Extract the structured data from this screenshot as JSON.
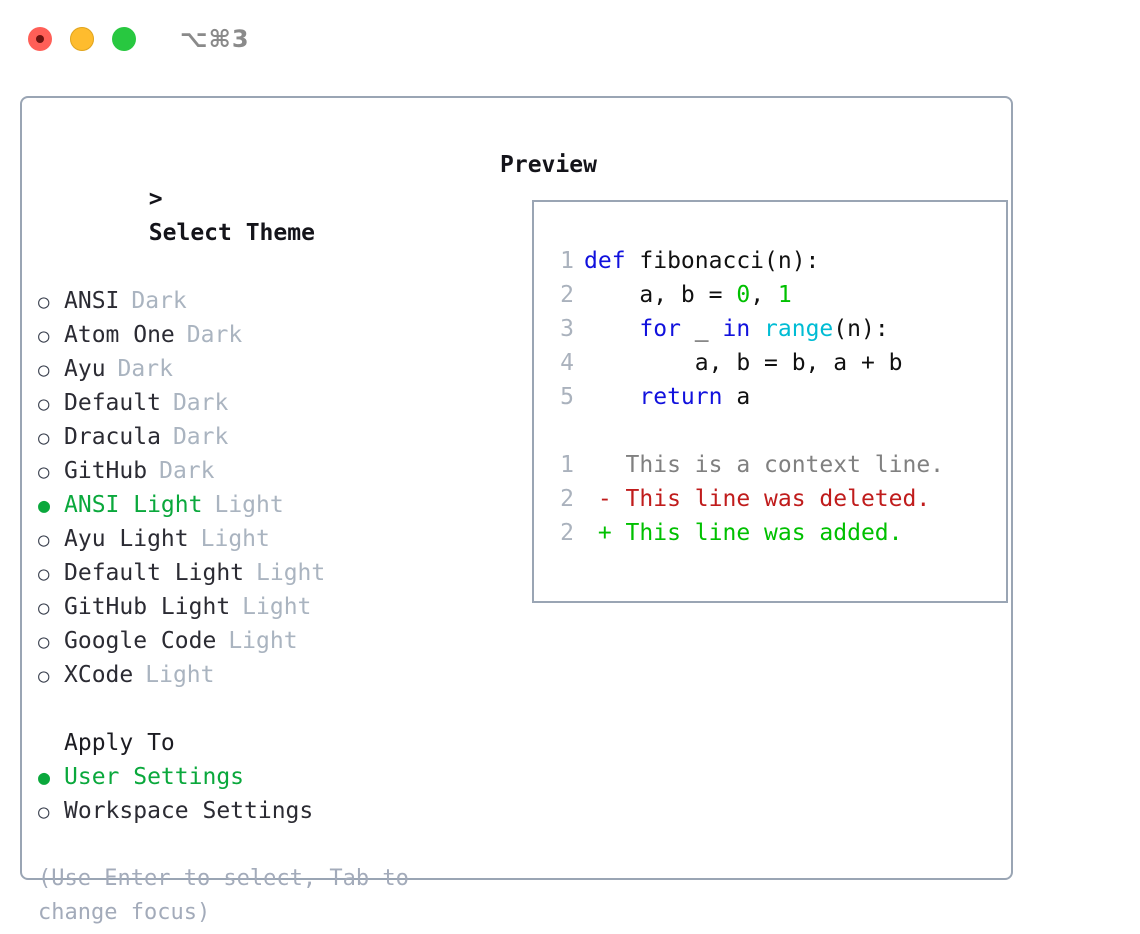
{
  "titlebar": {
    "shortcut": "⌥⌘3",
    "lights": [
      "close-button",
      "minimize-button",
      "maximize-button"
    ]
  },
  "theme_panel": {
    "heading": "Select Theme",
    "caret": ">",
    "bullet_empty": "○",
    "bullet_filled": "●",
    "options": [
      {
        "name": "ANSI",
        "badge": "Dark",
        "selected": false
      },
      {
        "name": "Atom One",
        "badge": "Dark",
        "selected": false
      },
      {
        "name": "Ayu",
        "badge": "Dark",
        "selected": false
      },
      {
        "name": "Default",
        "badge": "Dark",
        "selected": false
      },
      {
        "name": "Dracula",
        "badge": "Dark",
        "selected": false
      },
      {
        "name": "GitHub",
        "badge": "Dark",
        "selected": false
      },
      {
        "name": "ANSI Light",
        "badge": "Light",
        "selected": true
      },
      {
        "name": "Ayu Light",
        "badge": "Light",
        "selected": false
      },
      {
        "name": "Default Light",
        "badge": "Light",
        "selected": false
      },
      {
        "name": "GitHub Light",
        "badge": "Light",
        "selected": false
      },
      {
        "name": "Google Code",
        "badge": "Light",
        "selected": false
      },
      {
        "name": "XCode",
        "badge": "Light",
        "selected": false
      }
    ]
  },
  "apply_to": {
    "heading": "Apply To",
    "options": [
      {
        "name": "User Settings",
        "selected": true
      },
      {
        "name": "Workspace Settings",
        "selected": false
      }
    ]
  },
  "hint": "(Use Enter to select, Tab to change focus)",
  "preview": {
    "heading": "Preview",
    "code_lines": [
      {
        "no": "1",
        "tokens": [
          {
            "t": "def",
            "c": "kw"
          },
          {
            "t": " fibonacci(n):",
            "c": "txt"
          }
        ]
      },
      {
        "no": "2",
        "tokens": [
          {
            "t": "    a, b = ",
            "c": "txt"
          },
          {
            "t": "0",
            "c": "num"
          },
          {
            "t": ", ",
            "c": "txt"
          },
          {
            "t": "1",
            "c": "num"
          }
        ]
      },
      {
        "no": "3",
        "tokens": [
          {
            "t": "    ",
            "c": "txt"
          },
          {
            "t": "for",
            "c": "kw"
          },
          {
            "t": " _ ",
            "c": "txt"
          },
          {
            "t": "in",
            "c": "kw"
          },
          {
            "t": " ",
            "c": "txt"
          },
          {
            "t": "range",
            "c": "fn"
          },
          {
            "t": "(n):",
            "c": "txt"
          }
        ]
      },
      {
        "no": "4",
        "tokens": [
          {
            "t": "        a, b = b, a + b",
            "c": "txt"
          }
        ]
      },
      {
        "no": "5",
        "tokens": [
          {
            "t": "    ",
            "c": "txt"
          },
          {
            "t": "return",
            "c": "kw"
          },
          {
            "t": " a",
            "c": "txt"
          }
        ]
      },
      {
        "no": "",
        "tokens": [
          {
            "t": "",
            "c": "txt"
          }
        ]
      },
      {
        "no": "1",
        "tokens": [
          {
            "t": "   This is a context line.",
            "c": "ctx"
          }
        ]
      },
      {
        "no": "2",
        "tokens": [
          {
            "t": " - This line was deleted.",
            "c": "del"
          }
        ]
      },
      {
        "no": "2",
        "tokens": [
          {
            "t": " + This line was added.",
            "c": "add"
          }
        ]
      }
    ]
  },
  "colors": {
    "accent_green": "#0aa83c",
    "border": "#9aa5b4",
    "badge_gray": "#aab4c0",
    "hint_gray": "#a3abba",
    "keyword_blue": "#1111dd",
    "function_cyan": "#00bcd4",
    "number_green": "#00c000",
    "diff_deleted": "#c01c1c",
    "diff_added": "#00c000",
    "diff_context": "#808080",
    "light_red": "#ff5f57",
    "light_amber": "#febc2e",
    "light_green": "#28c840"
  }
}
